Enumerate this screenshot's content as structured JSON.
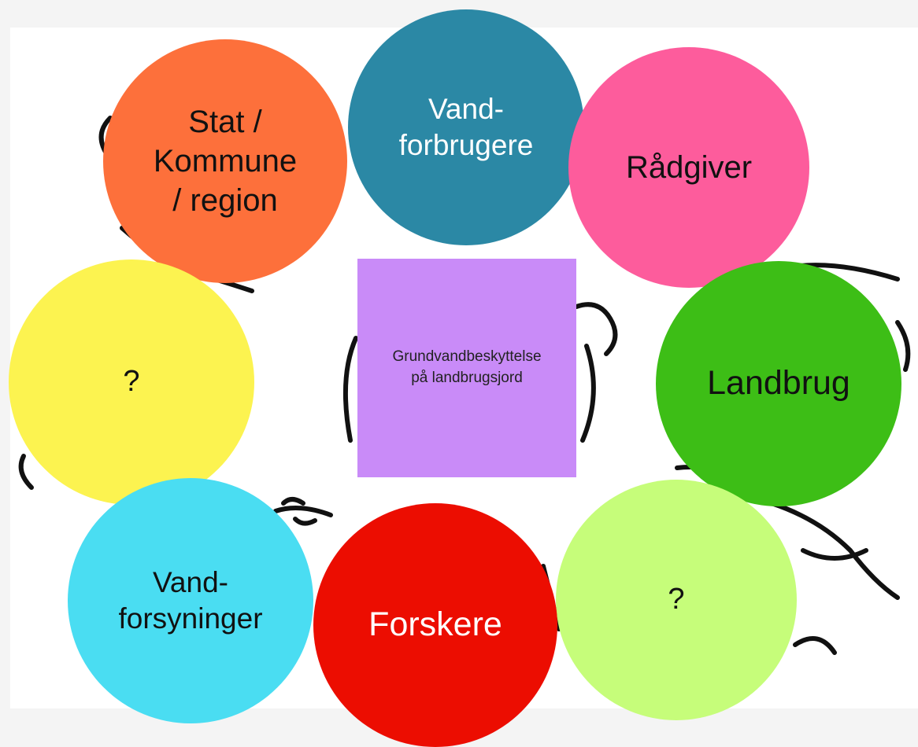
{
  "center": {
    "line1": "Grundvandbeskyttelse",
    "line2": "på landbrugsjord",
    "color": "#c98bf8"
  },
  "stakeholders": {
    "stat": {
      "lines": [
        "Stat /",
        "Kommune",
        "/ region"
      ],
      "color": "#fd703b",
      "text_color": "#111111"
    },
    "vandforbrugere": {
      "lines": [
        "Vand-",
        "forbrugere"
      ],
      "color": "#2b88a5",
      "text_color": "#ffffff"
    },
    "raadgiver": {
      "lines": [
        "Rådgiver"
      ],
      "color": "#fd5c9c",
      "text_color": "#111111"
    },
    "ukendt1": {
      "lines": [
        "?"
      ],
      "color": "#fcf350",
      "text_color": "#111111"
    },
    "landbrug": {
      "lines": [
        "Landbrug"
      ],
      "color": "#3dbe16",
      "text_color": "#111111"
    },
    "vandforsyninger": {
      "lines": [
        "Vand-",
        "forsyninger"
      ],
      "color": "#4addf2",
      "text_color": "#111111"
    },
    "forskere": {
      "lines": [
        "Forskere"
      ],
      "color": "#ec0d01",
      "text_color": "#ffffff"
    },
    "ukendt2": {
      "lines": [
        "?"
      ],
      "color": "#c6fd7a",
      "text_color": "#111111"
    }
  }
}
